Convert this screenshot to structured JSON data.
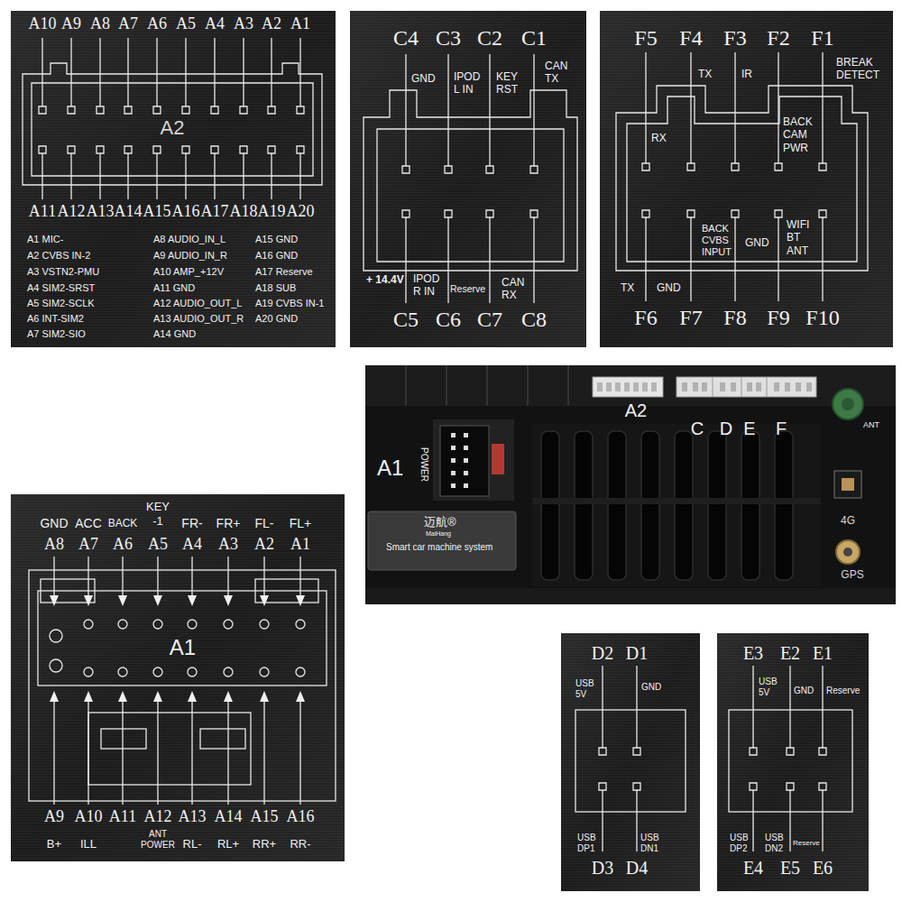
{
  "diagram": {
    "nodes": [
      {
        "text": [
          "A2"
        ]
      },
      {
        "text": [
          "A1"
        ]
      }
    ],
    "labels": [
      "A10",
      "A9",
      "A8",
      "A7",
      "A6",
      "A5",
      "A4",
      "A3",
      "A2",
      "A1",
      "A11",
      "A12",
      "A13",
      "A14",
      "A15",
      "A16",
      "A17",
      "A18",
      "A19",
      "A20",
      "A1 MIC-",
      "A2 CVBS IN-2",
      "A3 VSTN2-PMU",
      "A4 SIM2-SRST",
      "A5 SIM2-SCLK",
      "A6 INT-SIM2",
      "A7 SIM2-SIO",
      "A8 AUDIO_IN_L",
      "A9 AUDIO_IN_R",
      "A10 AMP_+12V",
      "A11 GND",
      "A12 AUDIO_OUT_L",
      "A13 AUDIO_OUT_R",
      "A14 GND",
      "A15 GND",
      "A16 GND",
      "A17 Reserve",
      "A18 SUB",
      "A19 CVBS IN-1",
      "A20 GND",
      "C4",
      "C3",
      "C2",
      "C1",
      "GND",
      "IPOD L IN",
      "KEY RST",
      "CAN TX",
      "C5",
      "C6",
      "C7",
      "C8",
      "+ 14.4V",
      "IPOD R IN",
      "Reserve",
      "CAN RX",
      "F5",
      "F4",
      "F3",
      "F2",
      "F1",
      "TX",
      "IR",
      "BREAK DETECT",
      "RX",
      "BACK CAM PWR",
      "F6",
      "F7",
      "F8",
      "F9",
      "F10",
      "TX",
      "GND",
      "BACK CVBS INPUT",
      "GND",
      "WIFI BT ANT",
      "A2",
      "C",
      "D",
      "E",
      "F",
      "ANT",
      "A1",
      "POWER",
      "迈航®",
      "MaiHang",
      "Smart car machine system",
      "4G",
      "GPS",
      "GND",
      "ACC",
      "BACK",
      "KEY -1",
      "FR-",
      "FR+",
      "FL-",
      "FL+",
      "A8",
      "A7",
      "A6",
      "A5",
      "A4",
      "A3",
      "A2",
      "A1",
      "A9",
      "A10",
      "A11",
      "A12",
      "A13",
      "A14",
      "A15",
      "A16",
      "B+",
      "ILL",
      "ANT POWER",
      "RL-",
      "RL+",
      "RR+",
      "RR-",
      "D2",
      "D1",
      "USB 5V",
      "GND",
      "USB DP1",
      "USB DN1",
      "D3",
      "D4",
      "E3",
      "E2",
      "E1",
      "USB 5V",
      "GND",
      "Reserve",
      "USB DP2",
      "USB DN2",
      "Reserve",
      "E4",
      "E5",
      "E6"
    ]
  }
}
